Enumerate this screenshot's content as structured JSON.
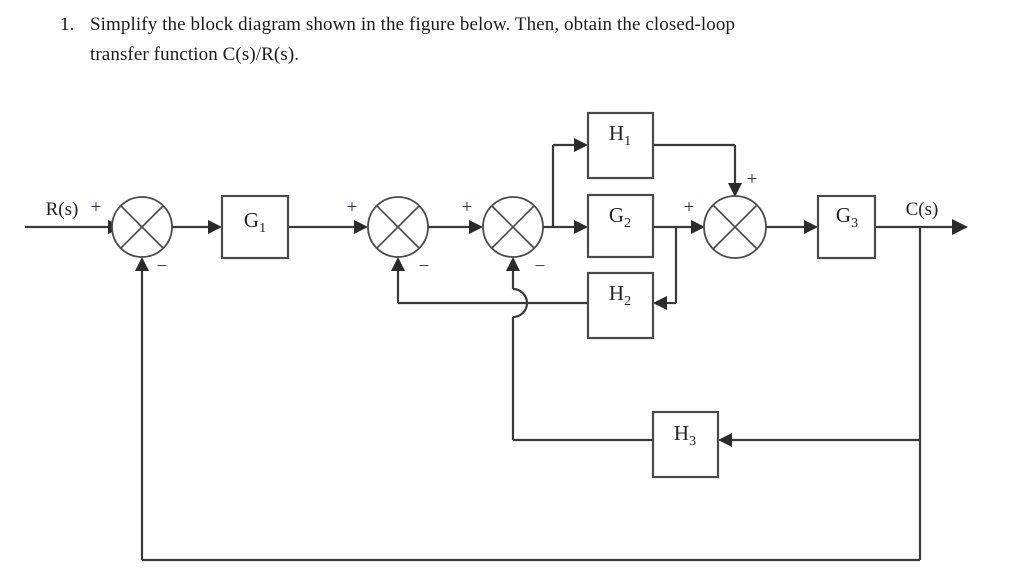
{
  "question": {
    "number": "1.",
    "line1": "Simplify the block diagram shown in the figure below.  Then, obtain the closed-loop",
    "line2": "transfer function C(s)/R(s)."
  },
  "diagram": {
    "title": "control-system-block-diagram",
    "input_label": "R(s)",
    "output_label": "C(s)",
    "blocks": [
      {
        "id": "G1",
        "base": "G",
        "sub": "1",
        "label": "G₁"
      },
      {
        "id": "H1",
        "base": "H",
        "sub": "1",
        "label": "H₁"
      },
      {
        "id": "G2",
        "base": "G",
        "sub": "2",
        "label": "G₂"
      },
      {
        "id": "H2",
        "base": "H",
        "sub": "2",
        "label": "H₂"
      },
      {
        "id": "G3",
        "base": "G",
        "sub": "3",
        "label": "G₃"
      },
      {
        "id": "H3",
        "base": "H",
        "sub": "3",
        "label": "H₃"
      }
    ],
    "summing_junctions": [
      {
        "id": "sum1",
        "plus": "+",
        "minus": "−"
      },
      {
        "id": "sum2",
        "plus": "+",
        "minus": "−"
      },
      {
        "id": "sum3",
        "plus": "+",
        "minus": "−"
      },
      {
        "id": "sum4",
        "plus_left": "+",
        "plus_top": "+"
      }
    ],
    "signs": {
      "plus": "+",
      "minus": "−"
    },
    "colors": {
      "wire": "#3a3a3a",
      "block_stroke": "#4a4a4a",
      "block_fill": "#ffffff",
      "text": "#1f1f1f",
      "sign_text": "#20324e",
      "page_background": "#ffffff"
    }
  }
}
